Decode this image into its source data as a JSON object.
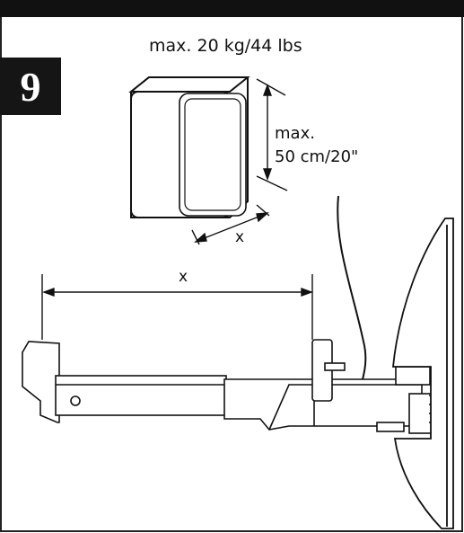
{
  "step": {
    "number": "9"
  },
  "labels": {
    "max_weight": "max. 20 kg/44 lbs",
    "max_height_line1": "max.",
    "max_height_line2": "50 cm/20\"",
    "depth_x": "x",
    "clamp_x": "x"
  }
}
